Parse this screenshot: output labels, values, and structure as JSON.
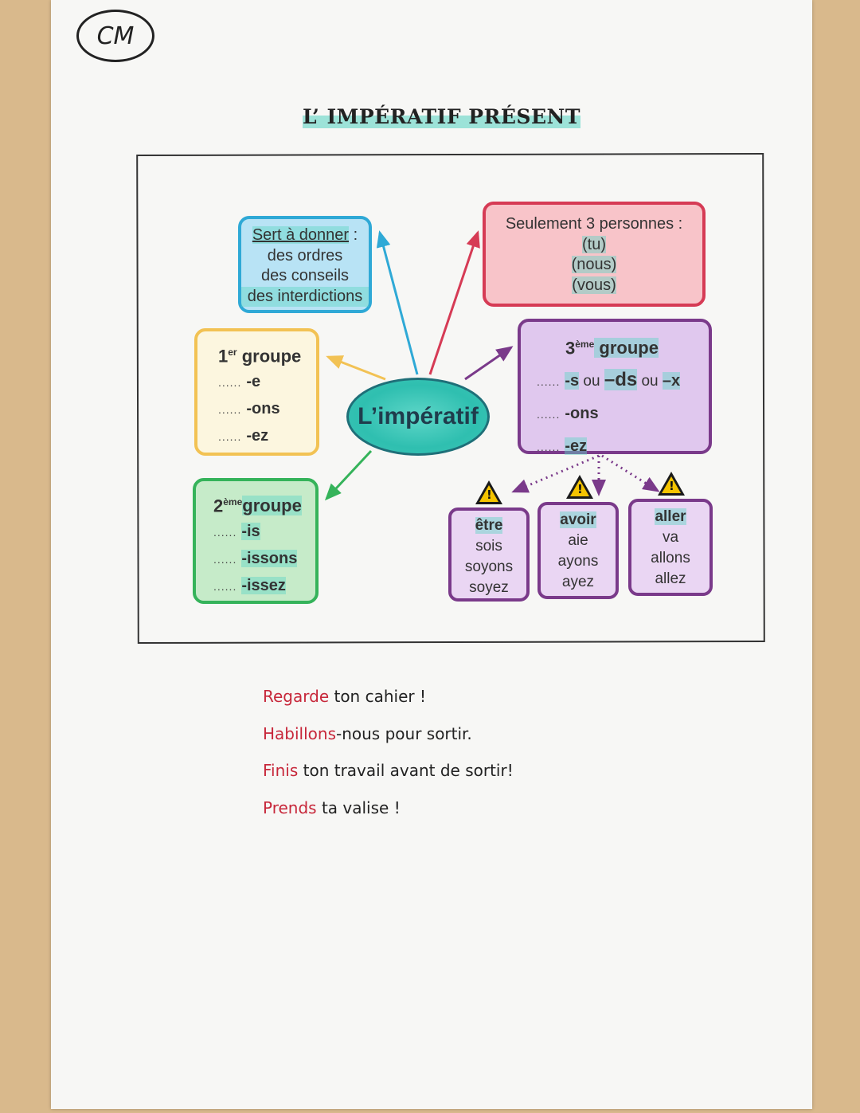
{
  "badge": "CM",
  "title": "L’ IMPÉRATIF PRÉSENT",
  "usage": {
    "heading": "Sert à donner",
    "colon": " :",
    "lines": [
      "des ordres",
      "des conseils",
      "des interdictions"
    ]
  },
  "persons": {
    "heading": "Seulement 3 personnes :",
    "lines": [
      "(tu)",
      "(nous)",
      "(vous)"
    ]
  },
  "center": "L’impératif",
  "group1": {
    "num": "1",
    "sup": "er",
    "label": " groupe",
    "dots": "......",
    "endings": [
      "-e",
      "-ons",
      "-ez"
    ]
  },
  "group2": {
    "num": "2",
    "sup": "ème",
    "label": "groupe",
    "dots": "......",
    "endings": [
      "-is",
      "-issons",
      "-issez"
    ]
  },
  "group3": {
    "num": "3",
    "sup": "ème",
    "label": " groupe",
    "dots": "......",
    "ending1_a": "-s",
    "ou": " ou ",
    "ending1_b": "–ds",
    "ending1_c": "–x",
    "endings": [
      "-ons",
      "-ez"
    ]
  },
  "warning_symbol": "!",
  "verbs": [
    {
      "infinitive": "être",
      "forms": [
        "sois",
        "soyons",
        "soyez"
      ]
    },
    {
      "infinitive": "avoir",
      "forms": [
        "aie",
        "ayons",
        "ayez"
      ]
    },
    {
      "infinitive": "aller",
      "forms": [
        "va",
        "allons",
        "allez"
      ]
    }
  ],
  "examples": [
    {
      "verb": "Regarde",
      "rest": " ton cahier !"
    },
    {
      "verb": "Habillons",
      "rest": "-nous pour sortir."
    },
    {
      "verb": "Finis",
      "rest": " ton travail avant de sortir!"
    },
    {
      "verb": "Prends",
      "rest": " ta valise !"
    }
  ],
  "colors": {
    "blue": "#2fa9d6",
    "red": "#d63b55",
    "yellow": "#f2c254",
    "green": "#35b35a",
    "purple": "#7a3a8a",
    "teal": "#2fbfb0",
    "example_red": "#c7273a"
  }
}
